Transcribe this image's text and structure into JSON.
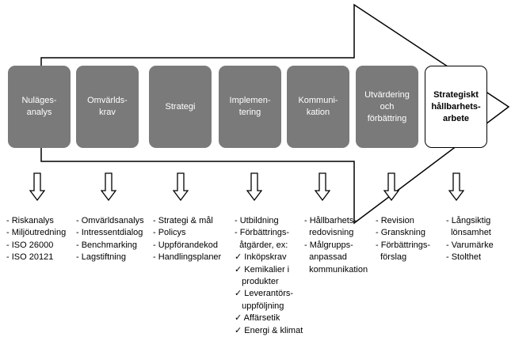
{
  "steps": [
    {
      "label": "Nuläges-\nanalys"
    },
    {
      "label": "Omvärlds-\nkrav"
    },
    {
      "label": "Strategi"
    },
    {
      "label": "Implemen-\ntering"
    },
    {
      "label": "Kommuni-\nkation"
    },
    {
      "label": "Utvärdering\noch\nförbättring"
    },
    {
      "label": "Strategiskt\nhållbarhets-\narbete"
    }
  ],
  "lists": [
    [
      "- Riskanalys",
      "- Miljöutredning",
      "- ISO 26000",
      "- ISO 20121"
    ],
    [
      "- Omvärldsanalys",
      "- Intressentdialog",
      "- Benchmarking",
      "- Lagstiftning"
    ],
    [
      "- Strategi & mål",
      "- Policys",
      "- Uppförandekod",
      "- Handlingsplaner"
    ],
    [
      "- Utbildning",
      "- Förbättrings-",
      "  åtgärder, ex:",
      "✓ Inköpskrav",
      "✓ Kemikalier i",
      "   produkter",
      "✓ Leverantörs-",
      "   uppföljning",
      "✓ Affärsetik",
      "✓ Energi & klimat"
    ],
    [
      "- Hållbarhets-",
      "  redovisning",
      "- Målgrupps-",
      "  anpassad",
      "  kommunikation"
    ],
    [
      "- Revision",
      "- Granskning",
      "- Förbättrings-",
      "  förslag"
    ],
    [
      "- Långsiktig",
      "  lönsamhet",
      "- Varumärke",
      "- Stolthet"
    ]
  ]
}
